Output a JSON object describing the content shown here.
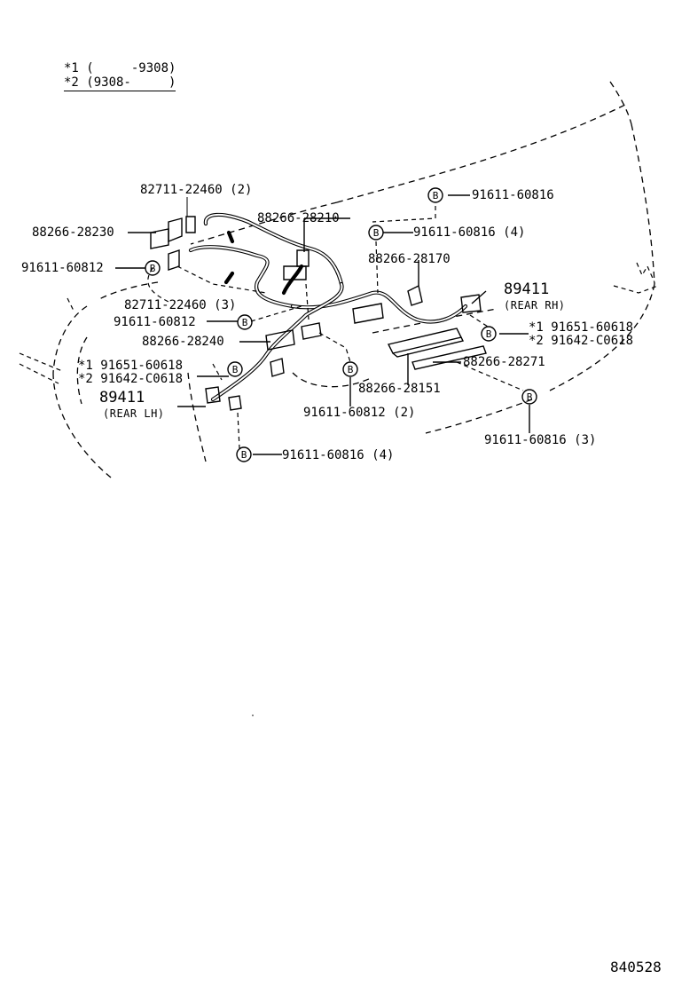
{
  "legend": {
    "line1": "*1 (     -9308)",
    "line2": "*2 (9308-     )"
  },
  "labels": {
    "p82711_22460_2": "82711-22460 (2)",
    "p88266_28230": "88266-28230",
    "p88266_28210": "88266-28210",
    "p91611_60816_top": "91611-60816",
    "p91611_60816_4_top": "91611-60816 (4)",
    "p91611_60812_left": "91611-60812",
    "p88266_28170": "88266-28170",
    "p82711_22460_3": "82711-22460 (3)",
    "p89411_rh": "89411",
    "rear_rh": "(REAR RH)",
    "p91611_60812_mid": "91611-60812",
    "rh_star1": "*1 91651-60618",
    "rh_star2": "*2 91642-C0618",
    "p88266_28240": "88266-28240",
    "lh_star1": "*1 91651-60618",
    "lh_star2": "*2 91642-C0618",
    "p88266_28271": "88266-28271",
    "p89411_lh": "89411",
    "rear_lh": "(REAR LH)",
    "p88266_28151": "88266-28151",
    "p91611_60812_2": "91611-60812 (2)",
    "p91611_60816_3": "91611-60816 (3)",
    "p91611_60816_4_bot": "91611-60816 (4)",
    "diagram_code": "840528"
  },
  "bolt_symbol": "B"
}
